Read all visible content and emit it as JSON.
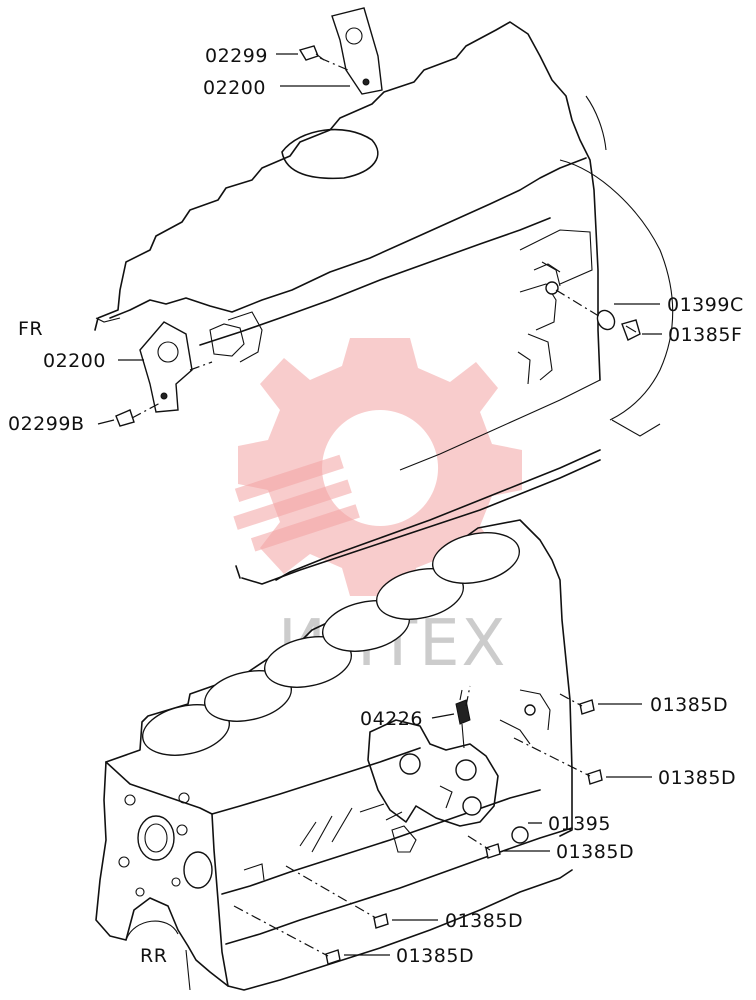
{
  "watermark": {
    "text": "ИНТЕХ",
    "color": "#f2a3a3"
  },
  "orientation": {
    "front": "FR",
    "rear": "RR"
  },
  "callouts": [
    {
      "id": "c1",
      "label": "02299"
    },
    {
      "id": "c2",
      "label": "02200"
    },
    {
      "id": "c3",
      "label": "02200"
    },
    {
      "id": "c4",
      "label": "02299B"
    },
    {
      "id": "c5",
      "label": "01399C"
    },
    {
      "id": "c6",
      "label": "01385F"
    },
    {
      "id": "c7",
      "label": "04226"
    },
    {
      "id": "c8",
      "label": "01385D"
    },
    {
      "id": "c9",
      "label": "01385D"
    },
    {
      "id": "c10",
      "label": "01395"
    },
    {
      "id": "c11",
      "label": "01385D"
    },
    {
      "id": "c12",
      "label": "01385D"
    },
    {
      "id": "c13",
      "label": "01385D"
    }
  ]
}
